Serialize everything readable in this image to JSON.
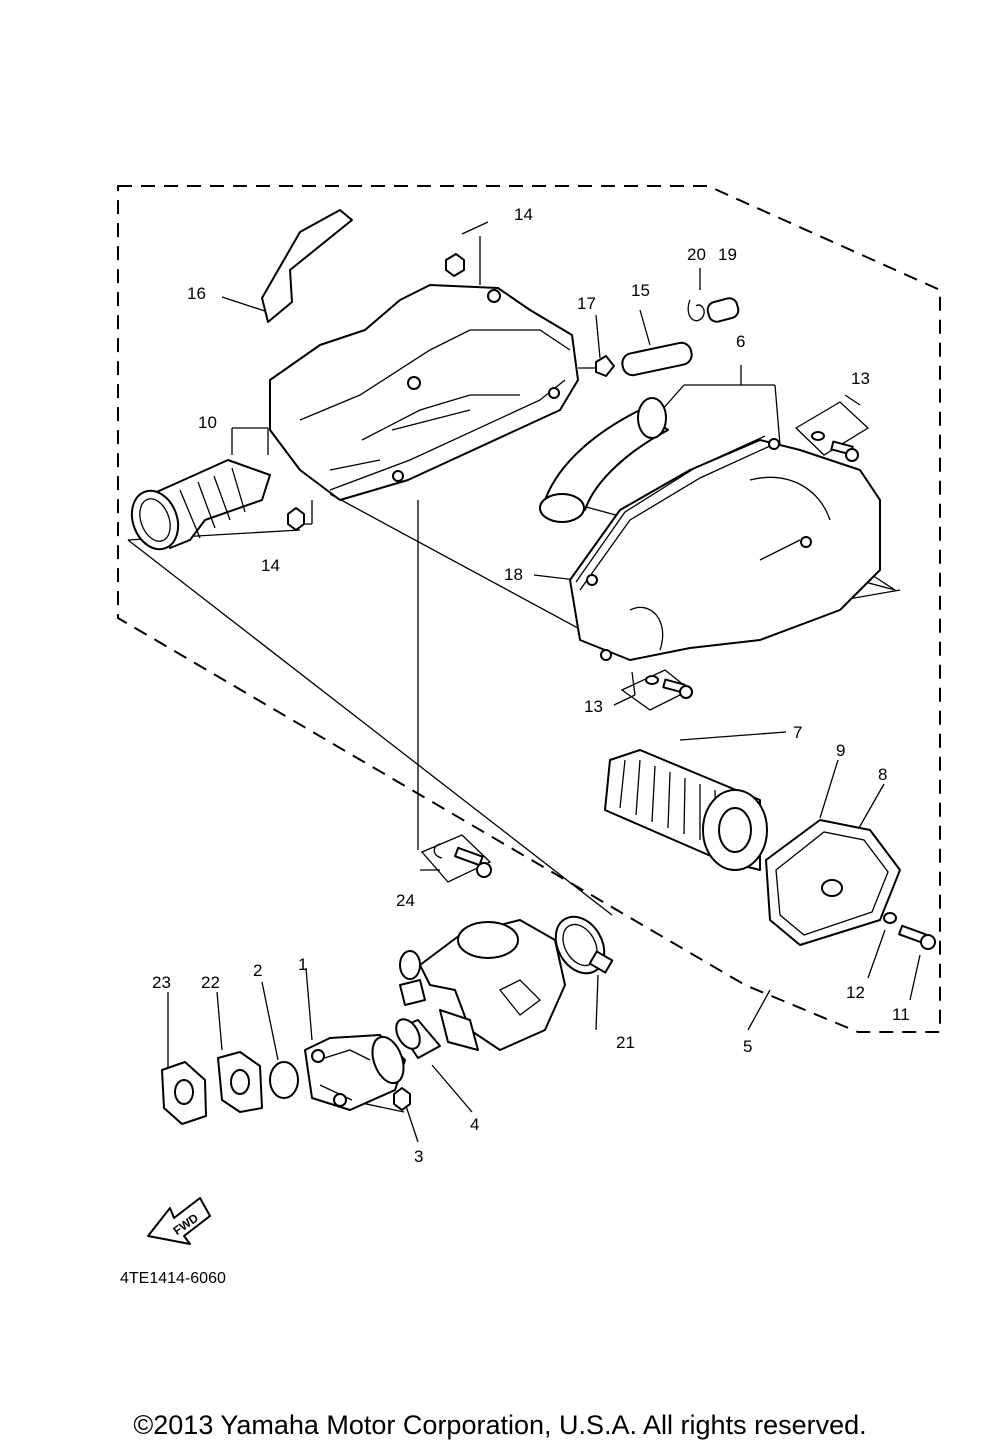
{
  "diagram": {
    "callouts": [
      "1",
      "2",
      "3",
      "4",
      "5",
      "6",
      "7",
      "8",
      "9",
      "10",
      "11",
      "12",
      "13",
      "13",
      "14",
      "14",
      "15",
      "16",
      "17",
      "18",
      "19",
      "20",
      "21",
      "22",
      "23",
      "24"
    ],
    "fwd_label": "FWD",
    "drawing_code": "4TE1414-6060"
  },
  "footer": {
    "copyright": "©2013 Yamaha Motor Corporation, U.S.A. All rights reserved."
  }
}
